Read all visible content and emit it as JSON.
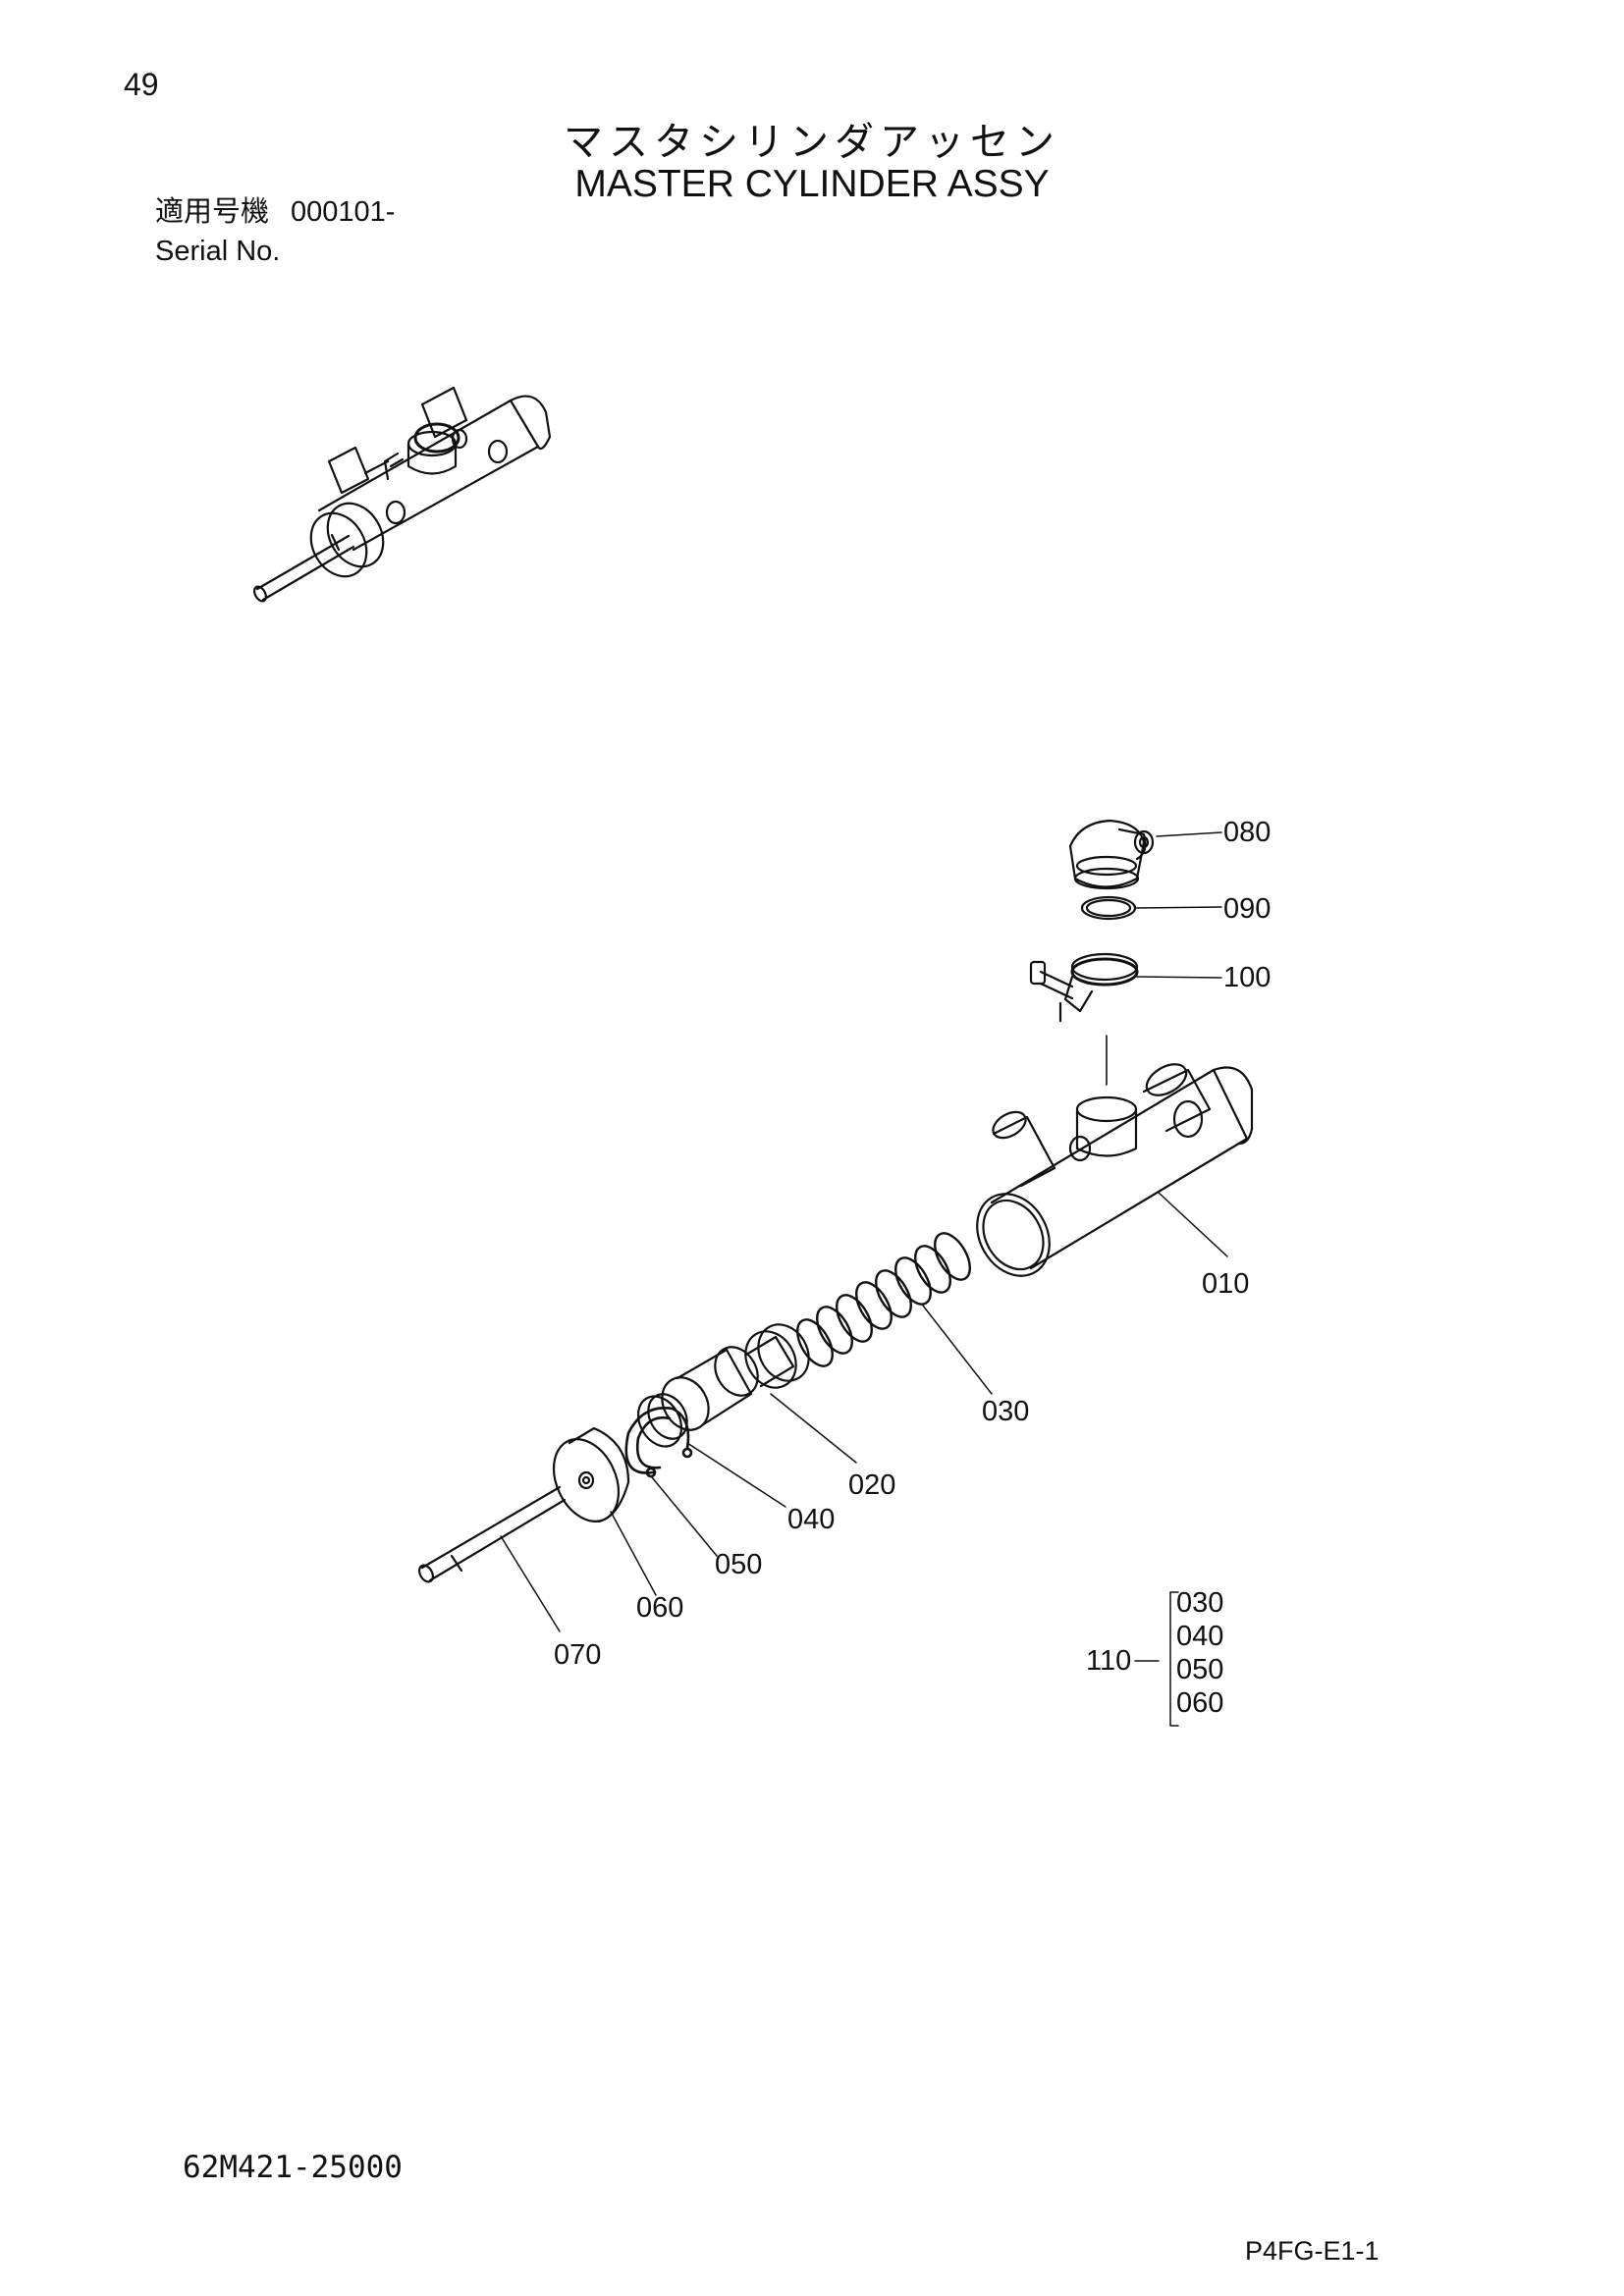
{
  "page_number": "49",
  "title_jp": "マスタシリンダアッセン",
  "title_en": "MASTER CYLINDER ASSY",
  "serial": {
    "label_jp": "適用号機",
    "code": "000101-",
    "label_en": "Serial No."
  },
  "callouts": [
    {
      "id": "080",
      "part": "reservoir-cap"
    },
    {
      "id": "090",
      "part": "o-ring"
    },
    {
      "id": "100",
      "part": "hose-clamp"
    },
    {
      "id": "010",
      "part": "cylinder-body"
    },
    {
      "id": "030",
      "part": "spring"
    },
    {
      "id": "020",
      "part": "piston"
    },
    {
      "id": "040",
      "part": "cup-seal"
    },
    {
      "id": "050",
      "part": "snap-ring"
    },
    {
      "id": "060",
      "part": "boot"
    },
    {
      "id": "070",
      "part": "push-rod"
    }
  ],
  "kit": {
    "id": "110",
    "items": [
      "030",
      "040",
      "050",
      "060"
    ]
  },
  "doc_code": "62M421-25000",
  "ref_code": "P4FG-E1-1"
}
